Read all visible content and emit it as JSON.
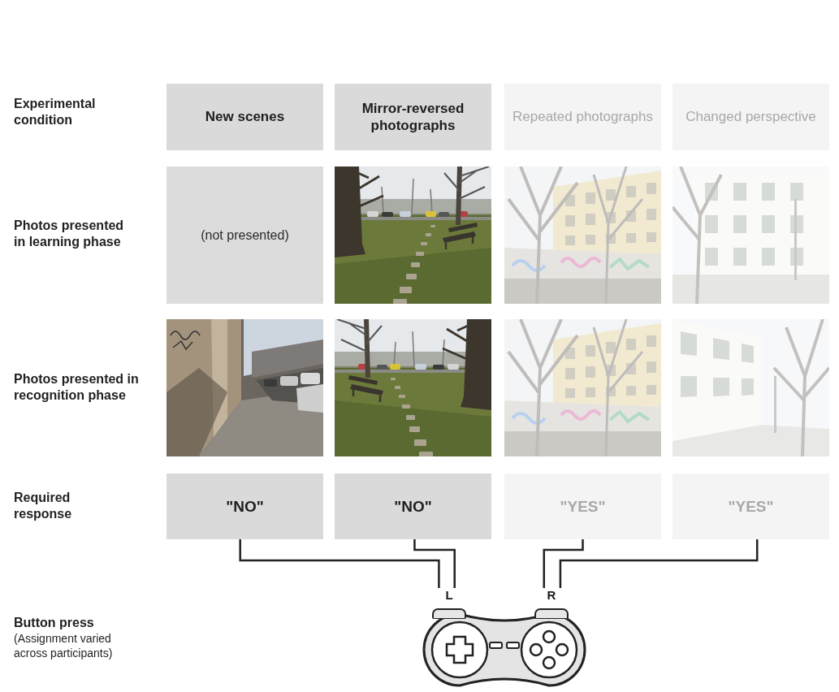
{
  "diagram": {
    "nodes": [
      {
        "text": [
          "New scenes"
        ]
      },
      {
        "text": [
          "Mirror-reversed photographs"
        ]
      },
      {
        "text": [
          "Repeated photographs"
        ]
      },
      {
        "text": [
          "Changed perspective"
        ]
      },
      {
        "text": [
          "(not presented)"
        ]
      },
      {
        "text": [
          "\"NO\""
        ]
      },
      {
        "text": [
          "\"NO\""
        ]
      },
      {
        "text": [
          "\"YES\""
        ]
      },
      {
        "text": [
          "\"YES\""
        ]
      },
      {
        "text": [
          "L"
        ]
      },
      {
        "text": [
          "R"
        ]
      }
    ],
    "edges": [
      {
        "from": 5,
        "to": 9,
        "arrow": "none"
      },
      {
        "from": 6,
        "to": 9,
        "arrow": "none"
      },
      {
        "from": 7,
        "to": 10,
        "arrow": "none"
      },
      {
        "from": 8,
        "to": 10,
        "arrow": "none"
      }
    ],
    "labels": [
      "Experimental condition",
      "Photos presented in learning phase",
      "Photos presented in recognition phase",
      "Required response",
      "Button press",
      "(Assignment varied across participants)"
    ]
  }
}
